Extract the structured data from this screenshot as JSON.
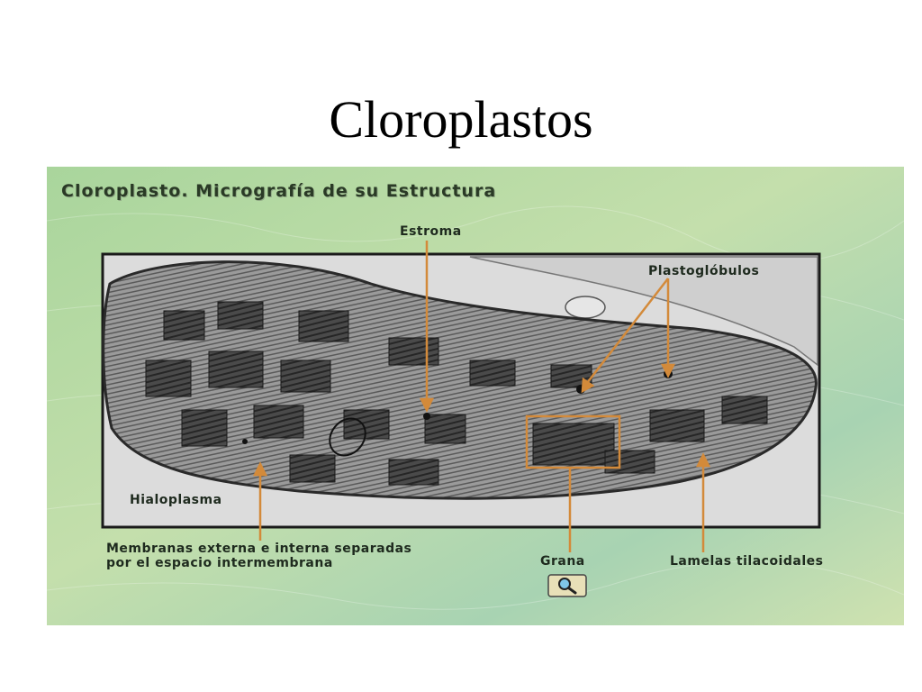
{
  "slide": {
    "title": "Cloroplastos"
  },
  "diagram": {
    "title": "Cloroplasto. Micrografía de su Estructura",
    "labels": {
      "estroma": "Estroma",
      "plastoglobulos": "Plastoglóbulos",
      "hialoplasma": "Hialoplasma",
      "membranas_line1": "Membranas externa e interna separadas",
      "membranas_line2": "por el espacio intermembrana",
      "grana": "Grana",
      "lamelas": "Lamelas tilacoidales"
    },
    "icons": {
      "zoom": "magnifier-icon"
    },
    "colors": {
      "background": "#b7d8a6",
      "arrow": "#d38a3a",
      "photo_border": "#1a1a1a"
    }
  }
}
